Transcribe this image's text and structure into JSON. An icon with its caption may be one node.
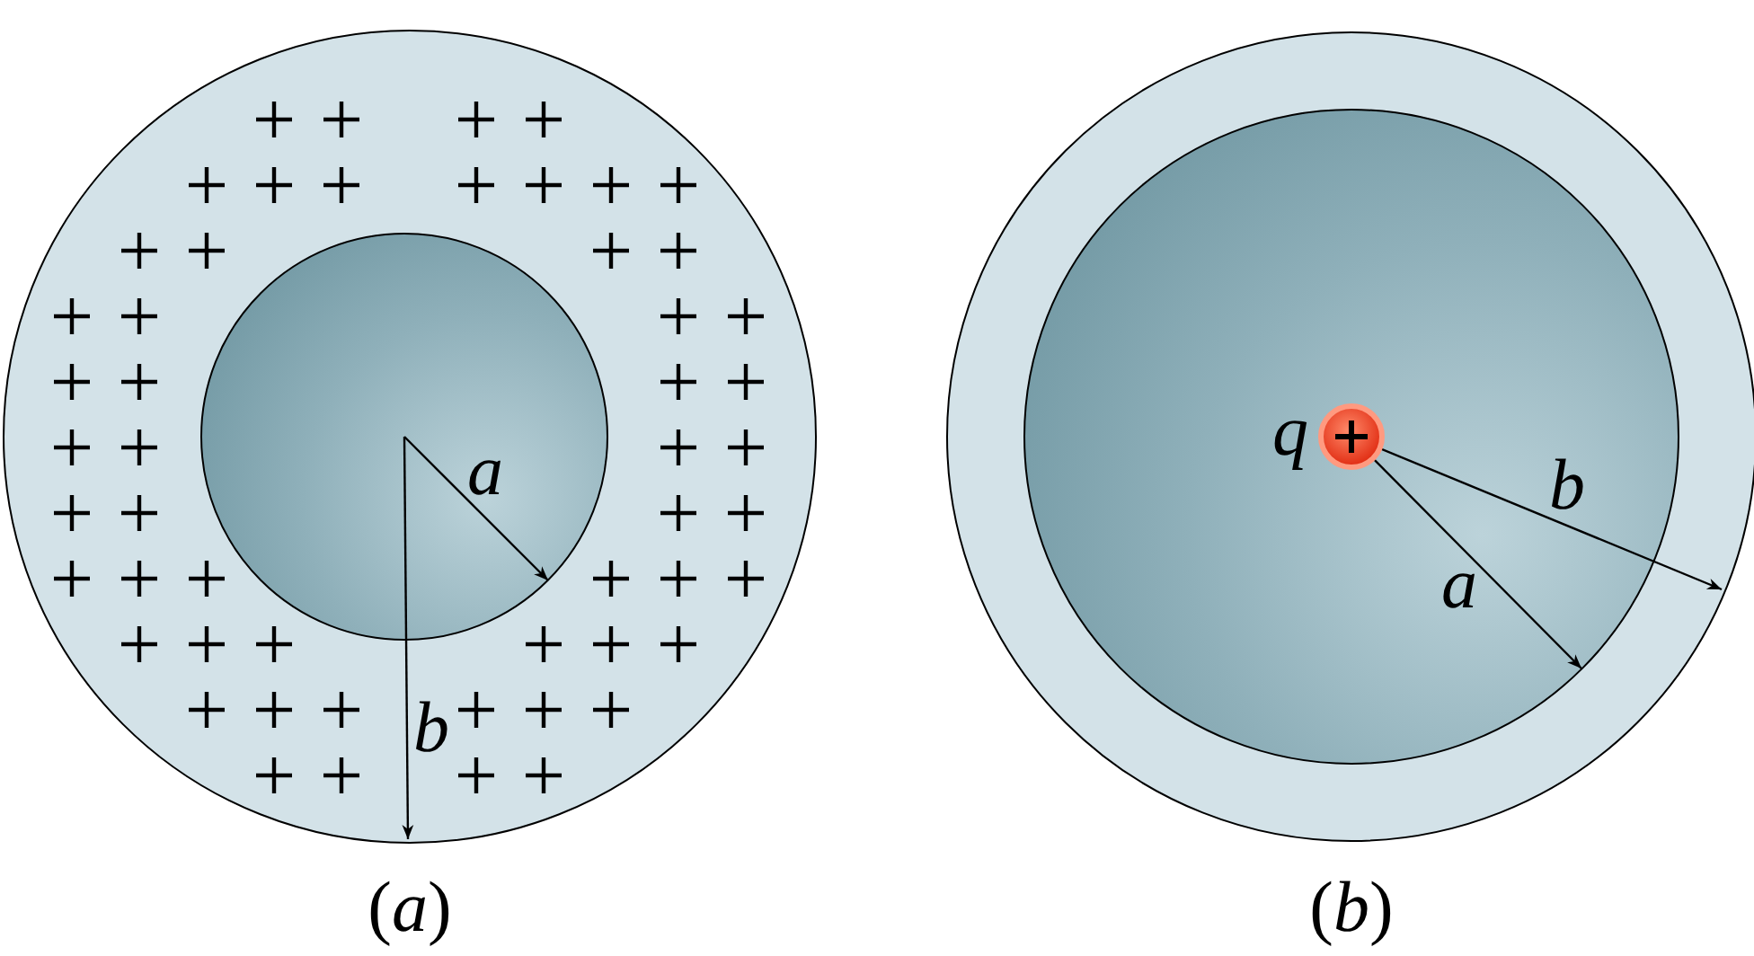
{
  "diagram": {
    "labels": [
      "*a*",
      "*b*",
      "(*a*)",
      "*q*",
      "*b*",
      "*a*",
      "(*b*)"
    ]
  }
}
